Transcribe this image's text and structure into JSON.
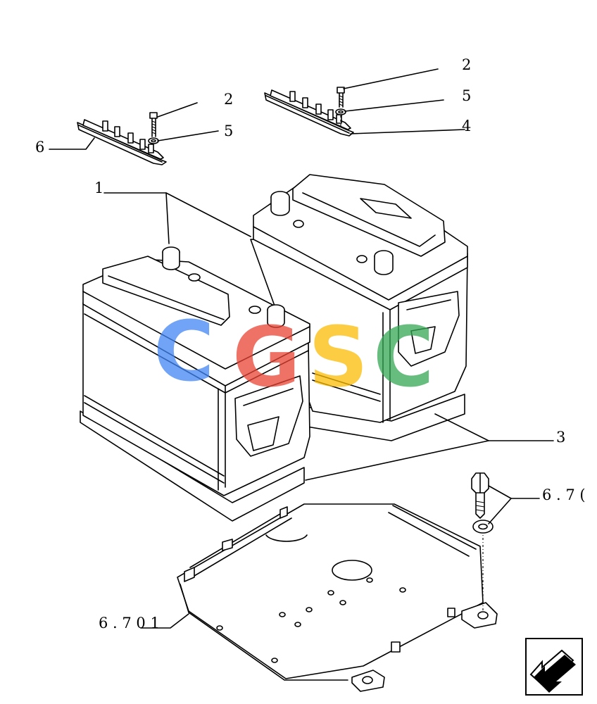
{
  "callouts": {
    "c1": "1",
    "c2_left": "2",
    "c2_right": "2",
    "c3": "3",
    "c4": "4",
    "c5_left": "5",
    "c5_right": "5",
    "c6": "6",
    "ref_bolt": "6 . 7 (",
    "ref_tray": "6 . 7 0 1"
  },
  "watermark": {
    "letters": [
      "C",
      "G",
      "S",
      "C"
    ],
    "colors": [
      "#4285f4",
      "#ea4335",
      "#fbbc05",
      "#34a853"
    ]
  },
  "nav": {
    "icon": "arrow-back-icon"
  }
}
